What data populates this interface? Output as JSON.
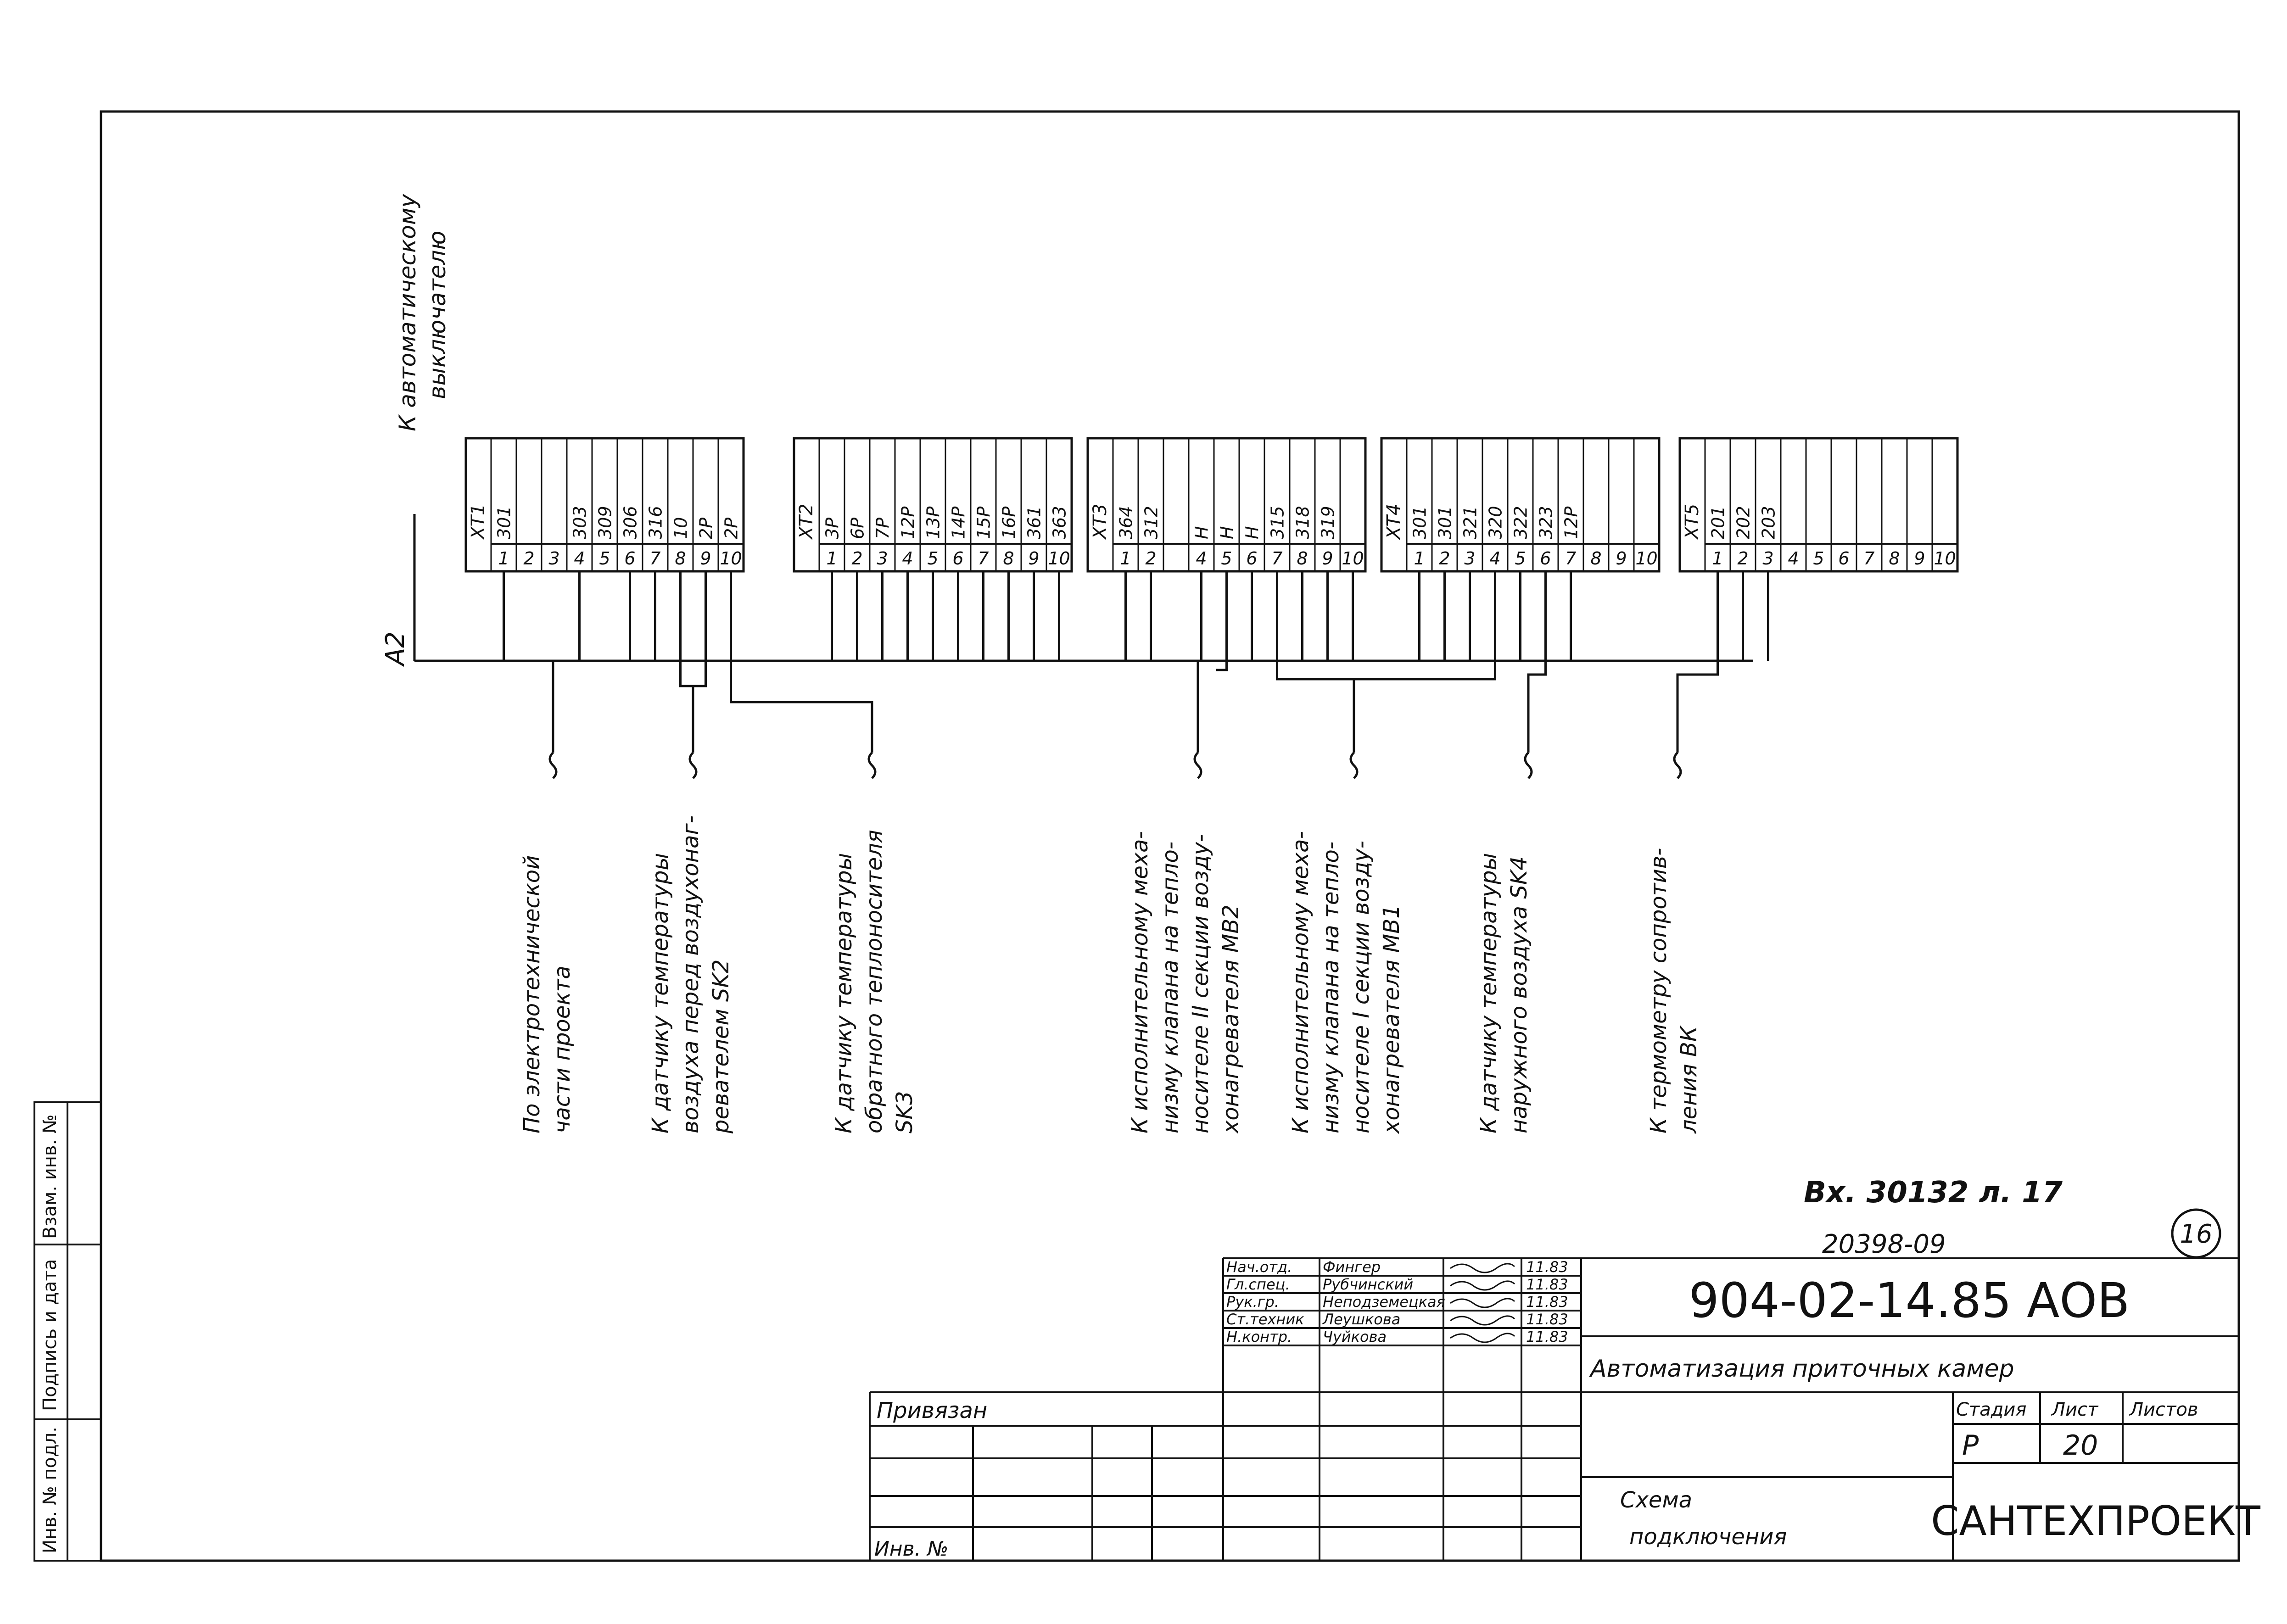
{
  "top_label": {
    "line1": "К автоматическому",
    "line2": "выключателю"
  },
  "a2_label": "А2",
  "terminal_blocks": [
    {
      "id": "XT1",
      "wires": [
        "301",
        "",
        "",
        "303",
        "309",
        "306",
        "316",
        "10",
        "2Р",
        "2Р"
      ],
      "nums": [
        "1",
        "2",
        "3",
        "4",
        "5",
        "6",
        "7",
        "8",
        "9",
        "10"
      ]
    },
    {
      "id": "XT2",
      "wires": [
        "3Р",
        "6Р",
        "7Р",
        "12Р",
        "13Р",
        "14Р",
        "15Р",
        "16Р",
        "361",
        "363"
      ],
      "nums": [
        "1",
        "2",
        "3",
        "4",
        "5",
        "6",
        "7",
        "8",
        "9",
        "10"
      ]
    },
    {
      "id": "XT3",
      "wires": [
        "364",
        "312",
        "",
        "Н",
        "Н",
        "Н",
        "315",
        "318",
        "319",
        ""
      ],
      "nums": [
        "1",
        "2",
        "",
        "4",
        "5",
        "6",
        "7",
        "8",
        "9",
        "10"
      ]
    },
    {
      "id": "XT4",
      "wires": [
        "301",
        "301",
        "321",
        "320",
        "322",
        "323",
        "12Р",
        "",
        "",
        ""
      ],
      "nums": [
        "1",
        "2",
        "3",
        "4",
        "5",
        "6",
        "7",
        "8",
        "9",
        "10"
      ]
    },
    {
      "id": "XT5",
      "wires": [
        "201",
        "202",
        "203",
        "",
        "",
        "",
        "",
        "",
        "",
        ""
      ],
      "nums": [
        "1",
        "2",
        "3",
        "4",
        "5",
        "6",
        "7",
        "8",
        "9",
        "10"
      ]
    }
  ],
  "connection_labels": [
    {
      "lines": [
        "По электротехнической",
        "части проекта"
      ]
    },
    {
      "lines": [
        "К датчику температуры",
        "воздуха перед воздухонаг-",
        "ревателем SK2"
      ]
    },
    {
      "lines": [
        "К датчику температуры",
        "обратного теплоносителя",
        "SK3"
      ]
    },
    {
      "lines": [
        "К исполнительному меха-",
        "низму клапана на тепло-",
        "носителе II секции возду-",
        "хонагревателя МВ2"
      ]
    },
    {
      "lines": [
        "К исполнительному меха-",
        "низму клапана на тепло-",
        "носителе I секции возду-",
        "хонагревателя МВ1"
      ]
    },
    {
      "lines": [
        "К датчику температуры",
        "наружного воздуха SK4"
      ]
    },
    {
      "lines": [
        "К термометру сопротив-",
        "ления ВК"
      ]
    }
  ],
  "reference": {
    "line1": "Вх. 30132 л. 17",
    "line2": "20398-09"
  },
  "page_number": "16",
  "title_block": {
    "roles": [
      {
        "role": "Нач.отд.",
        "name": "Фингер",
        "date": "11.83"
      },
      {
        "role": "Гл.спец.",
        "name": "Рубчинский",
        "date": "11.83"
      },
      {
        "role": "Рук.гр.",
        "name": "Неподземецкая",
        "date": "11.83"
      },
      {
        "role": "Ст.техник",
        "name": "Леушкова",
        "date": "11.83"
      },
      {
        "role": "Н.контр.",
        "name": "Чуйкова",
        "date": "11.83"
      }
    ],
    "code": "904-02-14.85 АОВ",
    "project_title": "Автоматизация приточных камер",
    "sheet_title": {
      "line1": "Схема",
      "line2": "подключения"
    },
    "stage_header": "Стадия",
    "sheet_header": "Лист",
    "sheets_header": "Листов",
    "stage": "Р",
    "sheet": "20",
    "sheets": "",
    "organization": "САНТЕХПРОЕКТ",
    "privyazan": "Привязан",
    "inv_no": "Инв. №"
  },
  "margin_labels": [
    "Инв. № подл.",
    "Подпись и дата",
    "Взам. инв. №"
  ]
}
